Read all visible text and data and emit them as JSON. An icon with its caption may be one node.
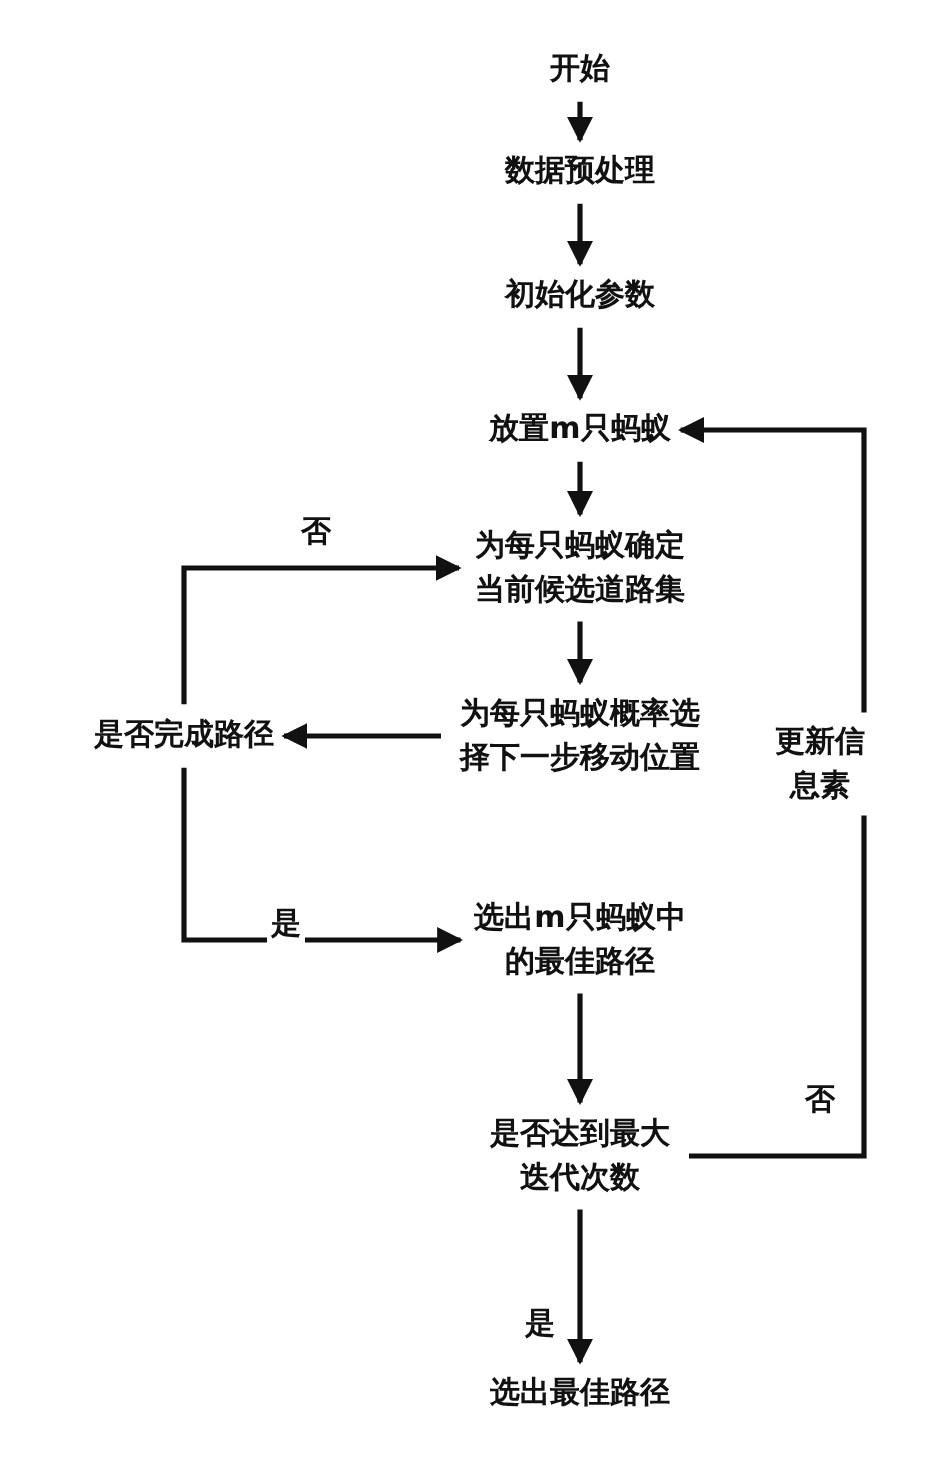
{
  "diagram": {
    "nodes": [
      {
        "text": [
          "开始"
        ]
      },
      {
        "text": [
          "数据预处理"
        ]
      },
      {
        "text": [
          "初始化参数"
        ]
      },
      {
        "text": [
          "放置m只蚂蚁"
        ]
      },
      {
        "text": [
          "为每只蚂蚁确定当前候选道路集"
        ]
      },
      {
        "text": [
          "为每只蚂蚁概率选择下一步移动位置"
        ]
      },
      {
        "text": [
          "是否完成路径"
        ]
      },
      {
        "text": [
          "选出m只蚂蚁中的最佳路径"
        ]
      },
      {
        "text": [
          "是否达到最大迭代次数"
        ]
      },
      {
        "text": [
          "选出最佳路径"
        ]
      },
      {
        "text": [
          "更新信息素"
        ]
      }
    ],
    "edges": [
      {
        "from": 0,
        "to": 1,
        "arrow": "to"
      },
      {
        "from": 1,
        "to": 2,
        "arrow": "to"
      },
      {
        "from": 2,
        "to": 3,
        "arrow": "to"
      },
      {
        "from": 3,
        "to": 4,
        "arrow": "to"
      },
      {
        "from": 4,
        "to": 5,
        "arrow": "to"
      },
      {
        "from": 5,
        "to": 6,
        "arrow": "to"
      },
      {
        "from": 6,
        "to": 4,
        "arrow": "to",
        "label": "否"
      },
      {
        "from": 6,
        "to": 7,
        "arrow": "to",
        "label": "是"
      },
      {
        "from": 7,
        "to": 8,
        "arrow": "to"
      },
      {
        "from": 8,
        "to": 9,
        "arrow": "to",
        "label": "是"
      },
      {
        "from": 8,
        "to": 10,
        "arrow": "none",
        "label": "否"
      },
      {
        "from": 10,
        "to": 3,
        "arrow": "to"
      }
    ]
  }
}
